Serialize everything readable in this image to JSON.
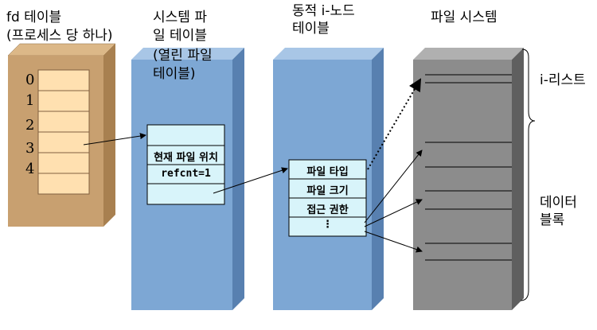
{
  "titles": {
    "fd_table": "fd 테이블",
    "fd_table_sub": "(프로세스 당 하나)",
    "system_file_table_l1": "시스템 파",
    "system_file_table_l2": "일 테이블",
    "system_file_table_l3": "(열린 파일",
    "system_file_table_l4": "테이블)",
    "inode_table_l1": "동적 i-노드",
    "inode_table_l2": "테이블",
    "file_system": "파일 시스템"
  },
  "fd_indices": [
    "0",
    "1",
    "2",
    "3",
    "4"
  ],
  "file_table_entry": {
    "position": "현재 파일 위치",
    "refcnt": "refcnt=1"
  },
  "inode_entry": {
    "type": "파일 타입",
    "size": "파일 크기",
    "access": "접근 권한",
    "more": "⋮"
  },
  "file_system_labels": {
    "i_list": "i-리스트",
    "data_blocks_l1": "데이터",
    "data_blocks_l2": "블록"
  },
  "colors": {
    "fd_table_body": "#c8a070",
    "fd_table_side": "#a88050",
    "slot_fill": "#ffe0b0",
    "blue_body": "#7da7d4",
    "blue_side": "#5880b0",
    "entry_fill": "#d8f4fa",
    "gray_body": "#8c8c8c",
    "gray_side": "#5f5f5f"
  }
}
